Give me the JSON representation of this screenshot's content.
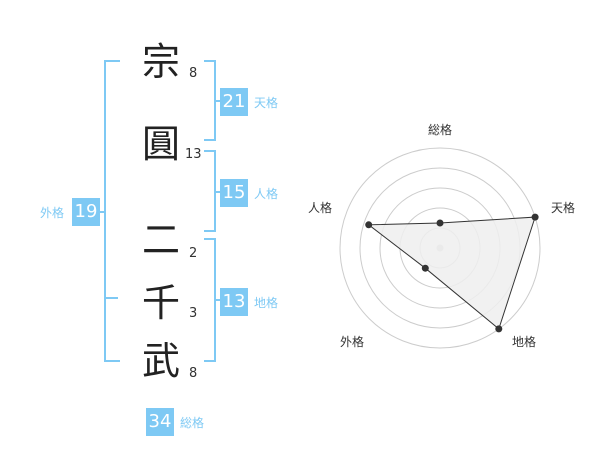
{
  "name": {
    "chars": [
      {
        "char": "宗",
        "strokes": "8"
      },
      {
        "char": "圓",
        "strokes": "13"
      },
      {
        "char": "二",
        "strokes": "2"
      },
      {
        "char": "千",
        "strokes": "3"
      },
      {
        "char": "武",
        "strokes": "8"
      }
    ]
  },
  "fortunes": {
    "tenkaku": {
      "value": "21",
      "label": "天格"
    },
    "jinkaku": {
      "value": "15",
      "label": "人格"
    },
    "chikaku": {
      "value": "13",
      "label": "地格"
    },
    "gaikaku": {
      "value": "19",
      "label": "外格"
    },
    "soukaku": {
      "value": "34",
      "label": "総格"
    }
  },
  "radar": {
    "axes": [
      "総格",
      "天格",
      "地格",
      "外格",
      "人格"
    ],
    "values": [
      0.25,
      1.0,
      1.0,
      0.25,
      0.75
    ],
    "rings": 5,
    "colors": {
      "fill": "#eeeeee",
      "stroke": "#333333",
      "ring": "#cccccc",
      "center": "#cccccc",
      "accent": "#7ec9f4"
    }
  }
}
